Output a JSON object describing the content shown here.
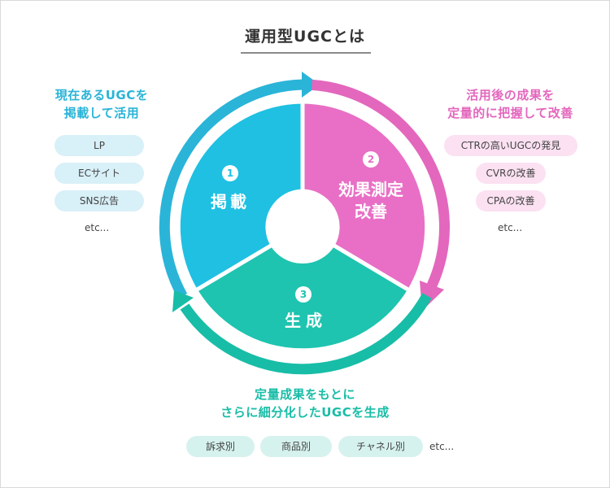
{
  "title": "運用型UGCとは",
  "colors": {
    "blue": "#2ab4d8",
    "pink": "#e367bd",
    "teal": "#18bda7"
  },
  "left": {
    "heading_line1": "現在あるUGCを",
    "heading_line2": "掲載して活用",
    "items": [
      "LP",
      "ECサイト",
      "SNS広告"
    ],
    "etc": "etc..."
  },
  "right": {
    "heading_line1": "活用後の成果を",
    "heading_line2": "定量的に把握して改善",
    "items": [
      "CTRの高いUGCの発見",
      "CVRの改善",
      "CPAの改善"
    ],
    "etc": "etc..."
  },
  "bottom": {
    "heading_line1": "定量成果をもとに",
    "heading_line2": "さらに細分化したUGCを生成",
    "items": [
      "訴求別",
      "商品別",
      "チャネル別"
    ],
    "etc": "etc..."
  },
  "cycle": {
    "seg1": {
      "number": "1",
      "label": "掲載"
    },
    "seg2": {
      "number": "2",
      "label_line1": "効果測定",
      "label_line2": "改善"
    },
    "seg3": {
      "number": "3",
      "label": "生成"
    }
  }
}
